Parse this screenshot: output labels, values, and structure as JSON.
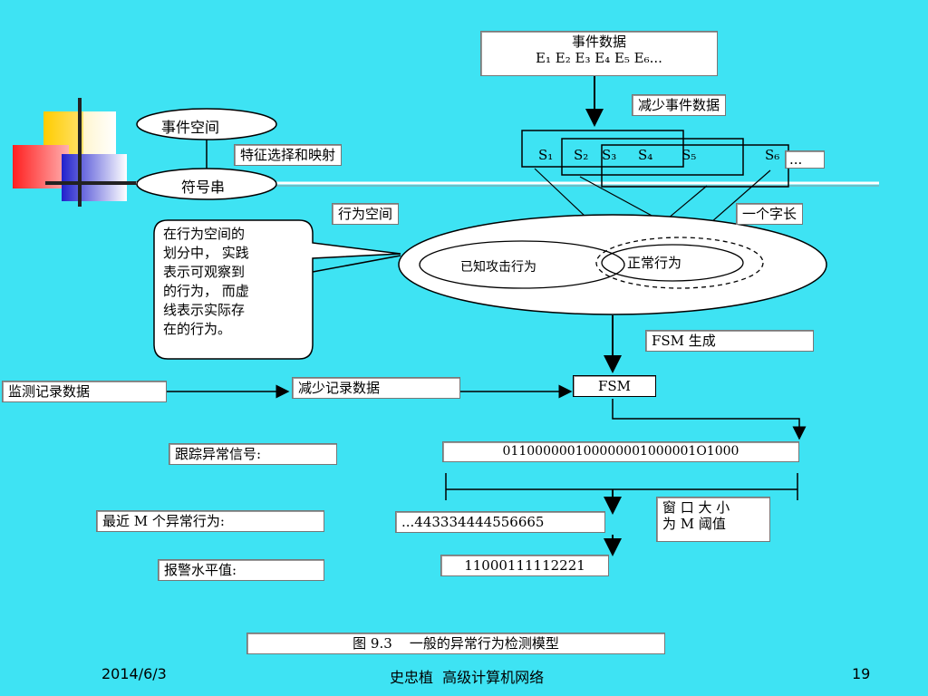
{
  "diagram": {
    "event_data_title": "事件数据",
    "event_data_items": "E₁ E₂ E₃ E₄ E₅ E₆...",
    "reduce_event_data": "减少事件数据",
    "event_space": "事件空间",
    "feature_select": "特征选择和映射",
    "symbol_string": "符号串",
    "s_sequence": [
      "S₁",
      "S₂",
      "S₃",
      "S₄",
      "S₅",
      "S₆",
      "..."
    ],
    "behavior_space": "行为空间",
    "word_length": "一个字长",
    "callout_text": [
      "在行为空间的",
      "划分中， 实践",
      "表示可观察到",
      "的行为， 而虚",
      "线表示实际存",
      "在的行为。"
    ],
    "known_attack": "已知攻击行为",
    "normal_behavior": "正常行为",
    "fsm_generate": "FSM 生成",
    "monitor_data": "监测记录数据",
    "reduce_record_data": "减少记录数据",
    "fsm": "FSM",
    "trace_label": "跟踪异常信号:",
    "trace_value": "011000000100000001000001O1000",
    "recent_label": "最近 M 个异常行为:",
    "recent_value": "...443334444556665",
    "window_label": [
      "窗 口 大 小",
      "为 M 阈值"
    ],
    "alarm_label": "报警水平值:",
    "alarm_value": "11000111112221",
    "caption": "图 9.3    一般的异常行为检测模型"
  },
  "footer": {
    "date": "2014/6/3",
    "author_title": "史忠植  高级计算机网络",
    "page": "19"
  },
  "colors": {
    "background": "#3ee3f3",
    "deco_yellow": "#ffd700",
    "deco_red": "#ff3333",
    "deco_blue": "#3333cc"
  }
}
